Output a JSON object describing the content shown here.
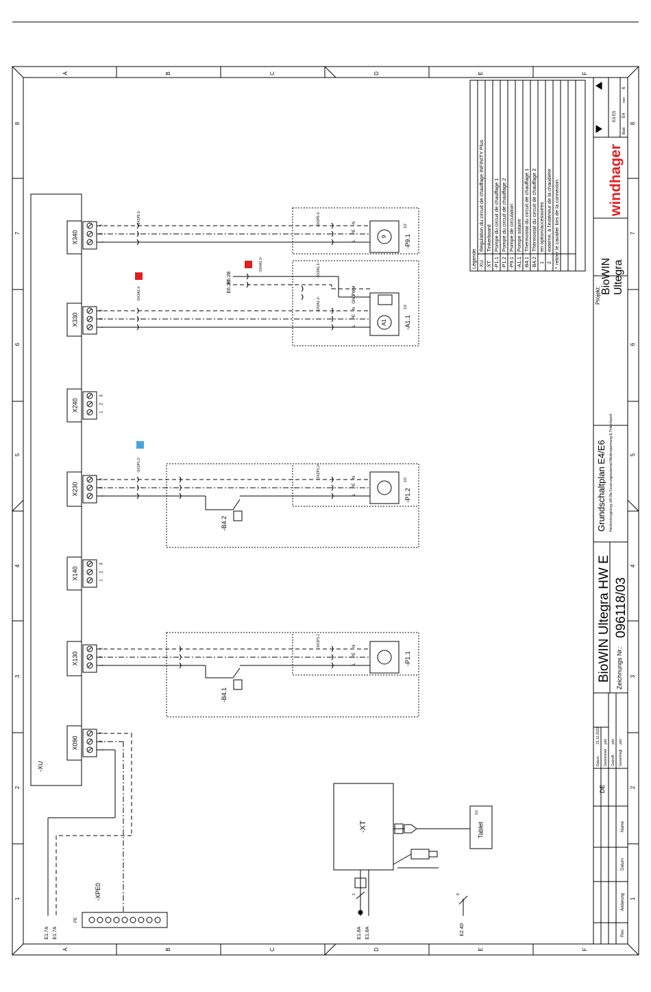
{
  "border": {
    "row_letters": [
      "A",
      "B",
      "C",
      "D",
      "E",
      "F"
    ],
    "col_numbers": [
      "1",
      "2",
      "3",
      "4",
      "5",
      "6",
      "7",
      "8"
    ]
  },
  "legend": {
    "title": "Légende",
    "rows": [
      {
        "code": "-XU",
        "text": "Régulation du circuit de chauffage INFINITY Plus"
      },
      {
        "code": "-XT",
        "text": "Tinkerboard"
      },
      {
        "code": "-P1.1",
        "text": "Pompe du circuit de chauffage 1"
      },
      {
        "code": "-P1.2",
        "text": "Pompe du circuit de chauffage 2"
      },
      {
        "code": "-P9.1",
        "text": "Pompe de circulation"
      },
      {
        "code": "-A1.1",
        "text": "Pompe solaire"
      },
      {
        "code": "-B4.1",
        "text": "Thermostat du circuit de chauffage 1"
      },
      {
        "code": "-B4.2",
        "text": "Thermostat du circuit de chauffage 2"
      },
      {
        "code": "1",
        "text": "en option/accessoires"
      },
      {
        "code": "2",
        "text": "externe, à l'extérieur de la chaudière"
      },
      {
        "code": "*",
        "text": "retirer le cavalier lors de la connexion"
      }
    ]
  },
  "connectors": [
    {
      "name": "X340",
      "pins": [
        "1",
        "2",
        "3"
      ]
    },
    {
      "name": "X330",
      "pins": [
        "1",
        "2",
        "3"
      ]
    },
    {
      "name": "X240",
      "pins": [
        "1",
        "2",
        "3"
      ]
    },
    {
      "name": "X230",
      "pins": [
        "1",
        "2",
        "3"
      ]
    },
    {
      "name": "X140",
      "pins": [
        "1",
        "2",
        "3"
      ]
    },
    {
      "name": "X130",
      "pins": [
        "1",
        "2",
        "3"
      ]
    },
    {
      "name": "X090",
      "pins": [
        "1",
        "2",
        "3"
      ]
    }
  ],
  "devices": {
    "p91": {
      "label": "-P9.1",
      "sup": "1/2",
      "motor": "9",
      "cable": "-SX2P9.1²",
      "plug": "-SX1P9.1¹"
    },
    "a11": {
      "label": "-A1.1",
      "sup": "1/2",
      "motor": "A1",
      "cable": "-SX2A1.1²",
      "plug": "-SX1A1.1¹",
      "pwm_cable": "-SX3A1.1²",
      "pwm_plug": "-SX4A1.1²"
    },
    "p12": {
      "label": "-P1.2",
      "sup": "1/2",
      "cable": "-SX2P1.2²",
      "plug": "-SX1P1.2¹"
    },
    "p11": {
      "label": "-P1.1",
      "cable": "-SX1P1.1"
    },
    "b42": {
      "label": "-B4.2",
      "sup": "1/2"
    },
    "b41": {
      "label": "-B4.1",
      "sup": "1"
    }
  },
  "terminal_labels": {
    "l": "L",
    "pe": "PE",
    "n": "N",
    "gnd": "GND",
    "pwm": "PWM"
  },
  "pin_labels": [
    "1",
    "2",
    "3"
  ],
  "refs": {
    "e6_1": "E6.2B",
    "e6_2": "E6.2B",
    "e17a": "E1.7A",
    "e17a2": "E1.7A",
    "e18a": "E1.8A",
    "e18a2": "E1.8A",
    "e24d": "E2.4D"
  },
  "xu_label": "-XU",
  "xpe_label": "-XPE0",
  "xpe_pe": "PE",
  "xt_label": "-XT",
  "tablet": {
    "label": "Tablet",
    "sup": "1/2"
  },
  "num2": "2",
  "num8": "8",
  "title_block": {
    "main_title": "BioWIN Ultegra HW E",
    "drawing_no_label": "Zeichnungs Nr.:",
    "drawing_no": "096118/03",
    "plan_title": "Grundschaltplan E4/E6",
    "plan_sub": "Heizkreisregelung uW iNx Feuerungsautomat Niederspannung & Tinkerboard",
    "project_label": "Projekt:",
    "project_1": "BioWIN",
    "project_2": "Ultegra",
    "brand": "windhager",
    "lang": "DE",
    "date_label": "Datum",
    "date": "21.12.2022",
    "drawn_label": "Gezeichnet",
    "drawn": "jobi",
    "checked_label": "Geprüft",
    "checked": "jobi",
    "approved_label": "Genehmigt",
    "approved": "jobi",
    "rev_label": "Rev.",
    "change_label": "Änderung",
    "date_col_label": "Datum",
    "name_label": "Name",
    "sheet_label": "Blatt",
    "sheet": "E4",
    "of_label": "von",
    "of": "6",
    "nav": "E3 E5"
  },
  "colors": {
    "red": "#e02020",
    "blue": "#4aa3df",
    "line": "#000000"
  }
}
